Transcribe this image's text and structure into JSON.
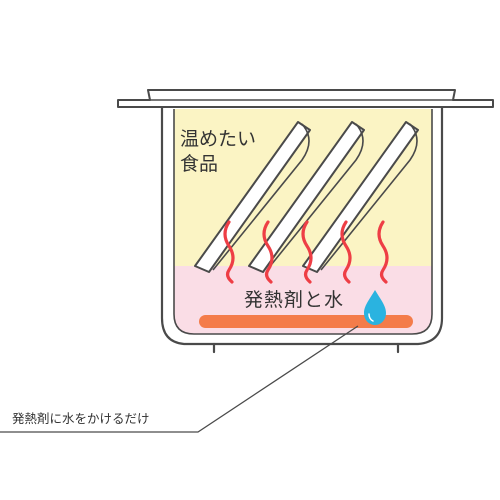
{
  "labels": {
    "food_line1": "温めたい",
    "food_line2": "食品",
    "heating_agent_and_water": "発熱剤と水",
    "caption": "発熱剤に水をかけるだけ"
  },
  "colors": {
    "container_outline": "#4a4a4a",
    "food_area": "#fbf4c4",
    "water_area": "#fadde6",
    "heating_pad": "#f47c4a",
    "heat_waves": "#ee3e45",
    "water_drop": "#2ab3e0",
    "food_tray_fill": "#ffffff"
  },
  "icons": {
    "heat": "heat-wave-icon",
    "drop": "water-drop-icon"
  }
}
